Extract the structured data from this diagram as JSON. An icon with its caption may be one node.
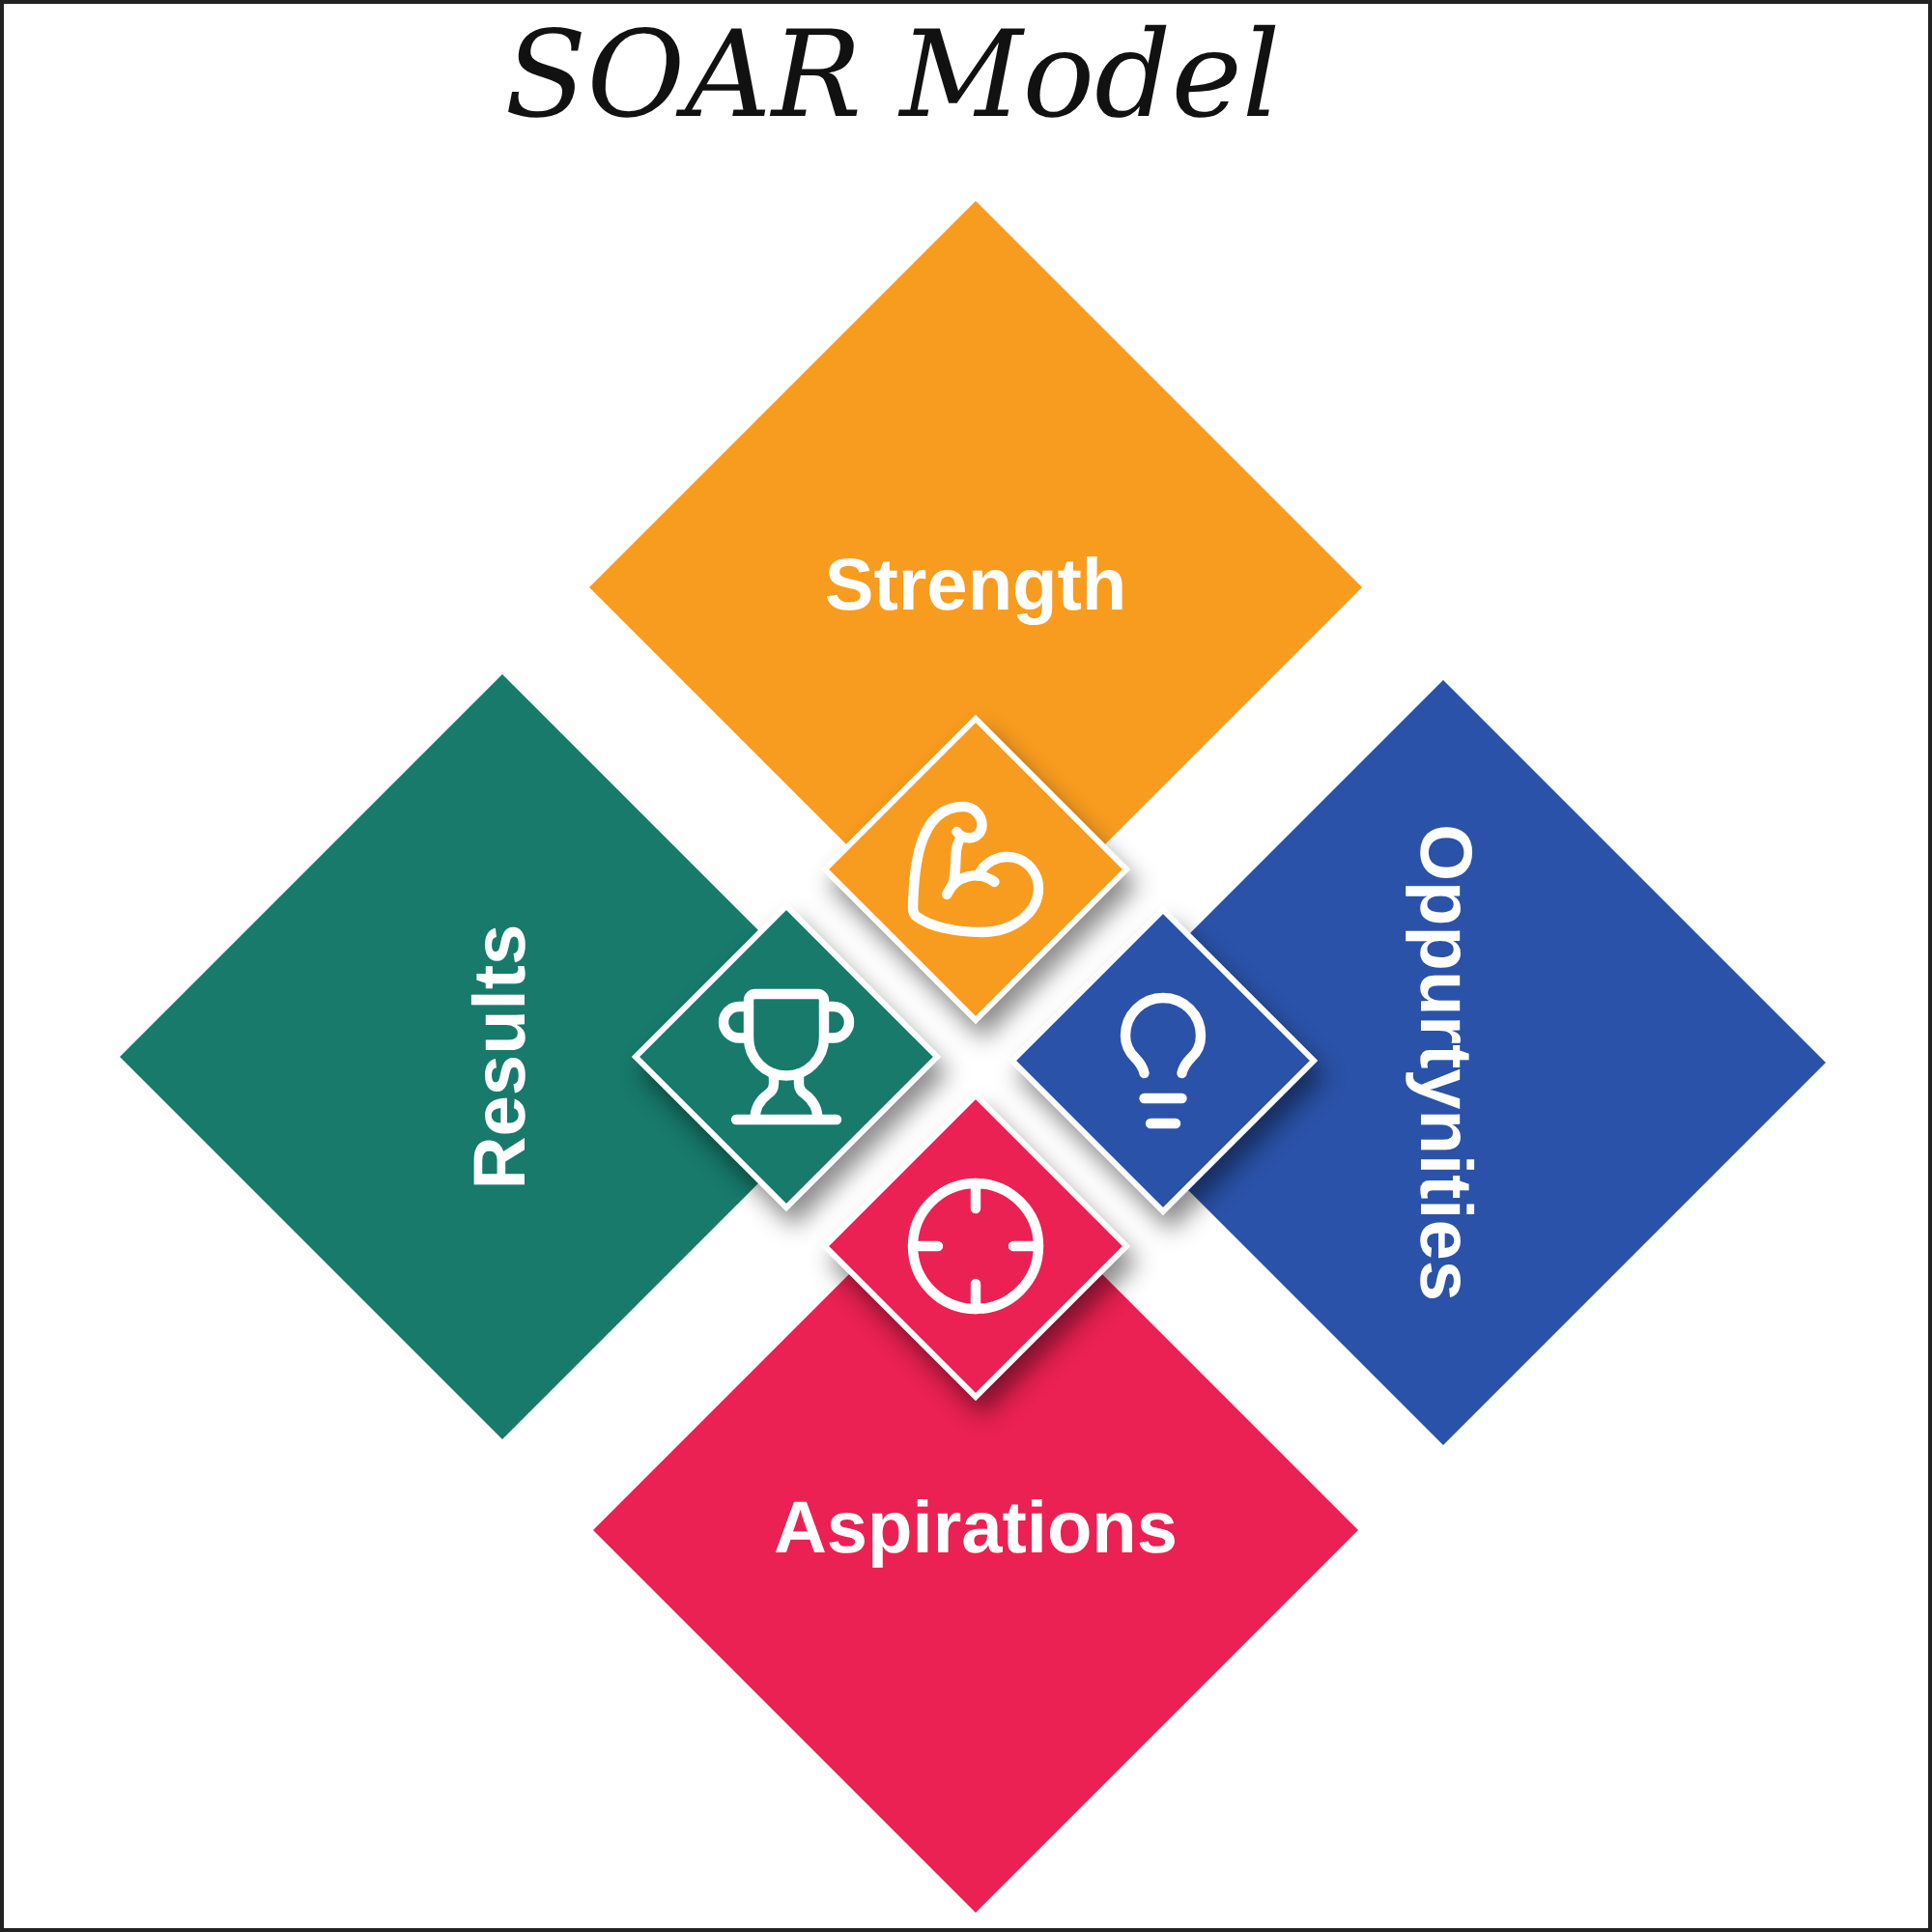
{
  "diagram": {
    "title": "SOAR Model",
    "nodes": [
      {
        "text": [
          "Strength"
        ]
      },
      {
        "text": [
          "Results"
        ]
      },
      {
        "text": [
          "Oppurtynities"
        ]
      },
      {
        "text": [
          "Aspirations"
        ]
      },
      {
        "text": [],
        "shape": "diamond"
      },
      {
        "text": [],
        "shape": "diamond"
      },
      {
        "text": [],
        "shape": "diamond"
      },
      {
        "text": [],
        "shape": "diamond"
      }
    ]
  }
}
